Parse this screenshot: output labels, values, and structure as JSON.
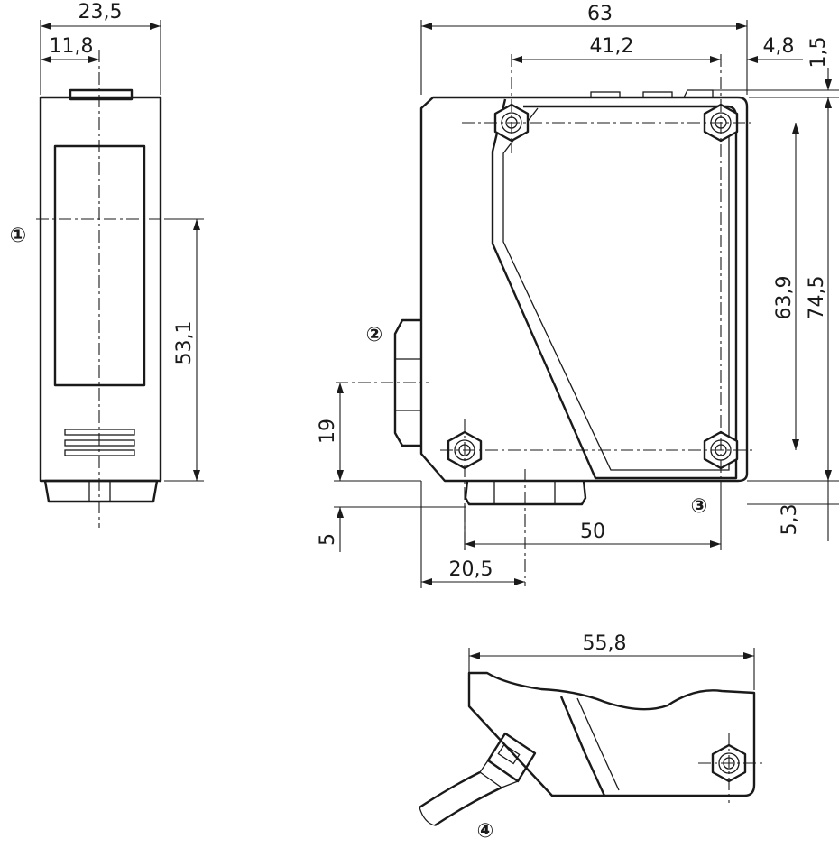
{
  "dimensions": {
    "side_width": "23,5",
    "side_center": "11,8",
    "side_lens_height": "53,1",
    "front_width": "63",
    "front_hole_spacing_x": "41,2",
    "front_offset_right": "4,8",
    "front_top_offset": "1,5",
    "front_hole_spacing_y": "63,9",
    "front_height": "74,5",
    "connector_height": "19",
    "bottom_offset": "5",
    "connector_center": "20,5",
    "connector_span": "50",
    "bottom_right_offset": "5,3",
    "cable_version_width": "55,8"
  },
  "callouts": {
    "c1": "①",
    "c2": "②",
    "c3": "③",
    "c4": "④"
  }
}
